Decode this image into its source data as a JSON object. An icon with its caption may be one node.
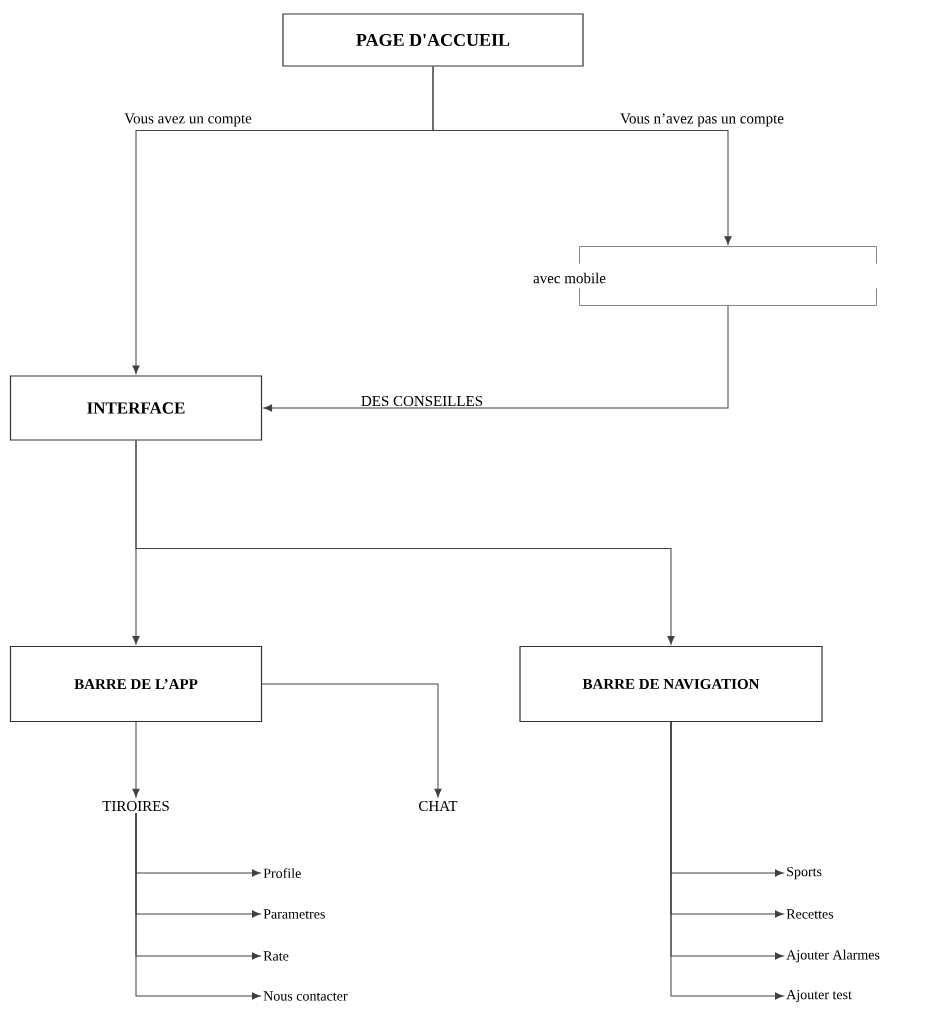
{
  "diagram": {
    "nodes": [
      {
        "text": [
          "PAGE D'ACCUEIL"
        ]
      },
      {
        "text": [
          "avec mobile"
        ]
      },
      {
        "text": [
          "INTERFACE"
        ]
      },
      {
        "text": [
          "BARRE DE L’APP"
        ]
      },
      {
        "text": [
          "BARRE DE NAVIGATION"
        ]
      },
      {
        "text": [
          "TIROIRES"
        ]
      },
      {
        "text": [
          "CHAT"
        ]
      },
      {
        "text": [
          "Profile"
        ]
      },
      {
        "text": [
          "Parametres"
        ]
      },
      {
        "text": [
          "Rate"
        ]
      },
      {
        "text": [
          "Nous contacter"
        ]
      },
      {
        "text": [
          "Sports"
        ]
      },
      {
        "text": [
          "Recettes"
        ]
      },
      {
        "text": [
          "Ajouter Alarmes"
        ]
      },
      {
        "text": [
          "Ajouter test"
        ]
      }
    ],
    "edges": [
      {
        "from": 0,
        "to": 2,
        "arrow": "to",
        "label": "Vous avez un compte"
      },
      {
        "from": 0,
        "to": 1,
        "arrow": "to",
        "label": "Vous n’avez pas un compte"
      },
      {
        "from": 1,
        "to": 2,
        "arrow": "to",
        "label": "DES CONSEILLES"
      },
      {
        "from": 2,
        "to": 3,
        "arrow": "to"
      },
      {
        "from": 2,
        "to": 4,
        "arrow": "to"
      },
      {
        "from": 3,
        "to": 5,
        "arrow": "to"
      },
      {
        "from": 3,
        "to": 6,
        "arrow": "to"
      },
      {
        "from": 5,
        "to": 7,
        "arrow": "to"
      },
      {
        "from": 5,
        "to": 8,
        "arrow": "to"
      },
      {
        "from": 5,
        "to": 9,
        "arrow": "to"
      },
      {
        "from": 5,
        "to": 10,
        "arrow": "to"
      },
      {
        "from": 4,
        "to": 11,
        "arrow": "to"
      },
      {
        "from": 4,
        "to": 12,
        "arrow": "to"
      },
      {
        "from": 4,
        "to": 13,
        "arrow": "to"
      },
      {
        "from": 4,
        "to": 14,
        "arrow": "to"
      }
    ]
  }
}
